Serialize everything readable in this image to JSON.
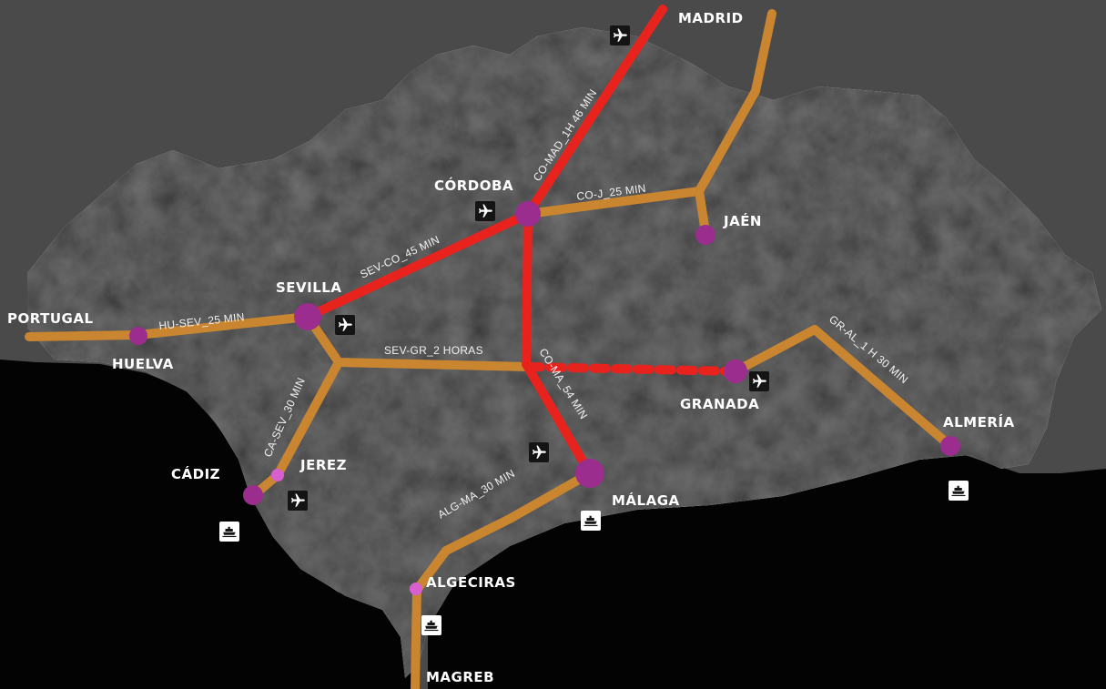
{
  "map": {
    "colors": {
      "sea": "#030303",
      "background": "#4a4a4a",
      "land": "#7a7a7a",
      "high_speed_rail": "#e8231e",
      "road": "#c98530",
      "city_node": "#9b2d8f",
      "minor_node": "#d85fd0"
    },
    "cities": {
      "madrid": "MADRID",
      "cordoba": "CÓRDOBA",
      "jaen": "JAÉN",
      "sevilla": "SEVILLA",
      "portugal": "PORTUGAL",
      "huelva": "HUELVA",
      "granada": "GRANADA",
      "almeria": "ALMERÍA",
      "cadiz": "CÁDIZ",
      "jerez": "JEREZ",
      "malaga": "MÁLAGA",
      "algeciras": "ALGECIRAS",
      "magreb": "MAGREB"
    },
    "routes": {
      "co_mad": "CO-MAD_1H 46 MIN",
      "co_j": "CO-J_25 MIN",
      "sev_co": "SEV-CO_45 MIN",
      "hu_sev": "HU-SEV_25 MIN",
      "sev_gr": "SEV-GR_2 HORAS",
      "co_ma": "CO-MA_54 MIN",
      "gr_al": "GR-AL_1 H 30 MIN",
      "ca_sev": "CA-SEV_30 MIN",
      "alg_ma": "ALG-MA_30 MIN"
    },
    "icons": {
      "airport": "airplane-icon",
      "port": "ship-icon"
    }
  }
}
